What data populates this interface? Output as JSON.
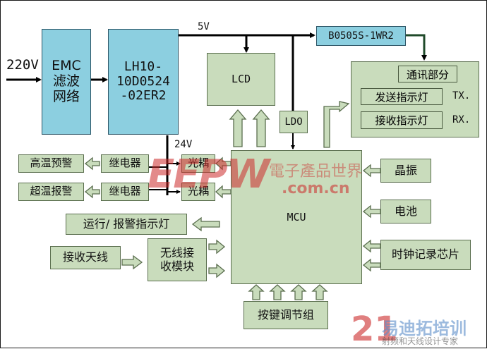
{
  "power_in": {
    "label": "220V"
  },
  "emc": {
    "label": "EMC\n滤波\n网络"
  },
  "converter": {
    "label": "LH10-\n10D0524\n-02ER2"
  },
  "rail_5v": {
    "label": "5V"
  },
  "rail_24v": {
    "label": "24V"
  },
  "isolator": {
    "label": "B0505S-1WR2"
  },
  "lcd": {
    "label": "LCD"
  },
  "ldo": {
    "label": "LDO"
  },
  "comm_panel": {
    "title": "通讯部分",
    "send_indicator": "发送指示灯",
    "send_tag": "TX.",
    "recv_indicator": "接收指示灯",
    "recv_tag": "RX."
  },
  "mcu": {
    "label": "MCU"
  },
  "crystal": {
    "label": "晶振"
  },
  "battery": {
    "label": "电池"
  },
  "rtc": {
    "label": "时钟记录芯片"
  },
  "keys": {
    "label": "按键调节组"
  },
  "alarm_high": {
    "label": "高温预警"
  },
  "alarm_over": {
    "label": "超温报警"
  },
  "relay_1": {
    "label": "继电器"
  },
  "relay_2": {
    "label": "继电器"
  },
  "optocoupler_1": {
    "label": "光耦"
  },
  "optocoupler_2": {
    "label": "光耦"
  },
  "run_indicator": {
    "label": "运行/ 报警指示灯"
  },
  "antenna": {
    "label": "接收天线"
  },
  "wireless": {
    "label": "无线接\n收模块"
  },
  "watermark_eepw": {
    "brand": "EEPW",
    "cn": "電子產品世界",
    "url": ".com.cn"
  },
  "watermark_21ic": {
    "brand": "21",
    "cn_top": "易迪拓培训",
    "cn_bottom": "射频和天线设计专家"
  },
  "colors": {
    "block_fill": "#c9dcbc",
    "power_fill": "#8ccfe0",
    "line": "#000000",
    "watermark_red": "#cc2a2a"
  }
}
